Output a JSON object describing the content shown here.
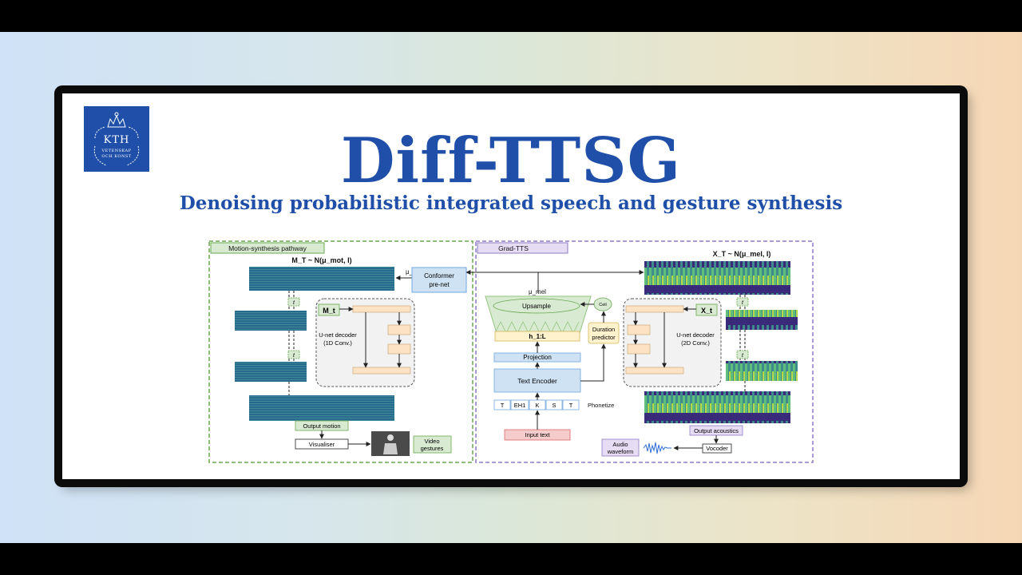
{
  "logo": {
    "text": "KTH",
    "line1": "VETENSKAP",
    "line2": "OCH KONST"
  },
  "header": {
    "title": "Diff-TTSG",
    "subtitle": "Denoising probabilistic integrated speech and gesture synthesis"
  },
  "diagram": {
    "motion_pathway": {
      "label": "Motion-synthesis pathway",
      "noise_formula": "M_T ~ N(μ_mot, I)",
      "mu_mot": "μ_mot",
      "t_label": "t",
      "m_t": "M_t",
      "decoder_line1": "U-net decoder",
      "decoder_line2": "(1D Conv.)",
      "output": "Output motion",
      "visualiser": "Visualiser",
      "video_line1": "Video",
      "video_line2": "gestures"
    },
    "conformer": {
      "line1": "Conformer",
      "line2": "pre-net"
    },
    "grad_tts": {
      "label": "Grad-TTS",
      "noise_formula": "X_T ~ N(μ_mel, I)",
      "mu_mel": "μ_mel",
      "upsample": "Upsample",
      "ceil": "Ceil",
      "h": "h_1:L",
      "duration_line1": "Duration",
      "duration_line2": "predictor",
      "projection": "Projection",
      "text_encoder": "Text Encoder",
      "phonemes": [
        "T",
        "EH1",
        "K",
        "S",
        "T"
      ],
      "phonetize": "Phonetize",
      "input_text": "Input text",
      "x_t": "X_t",
      "decoder_line1": "U-net decoder",
      "decoder_line2": "(2D Conv.)",
      "output": "Output acoustics",
      "vocoder": "Vocoder",
      "audio_line1": "Audio",
      "audio_line2": "waveform"
    }
  },
  "colors": {
    "brand_blue": "#1f4fa8",
    "motion_border": "#6aa84f",
    "tts_border": "#8e7cc3"
  }
}
